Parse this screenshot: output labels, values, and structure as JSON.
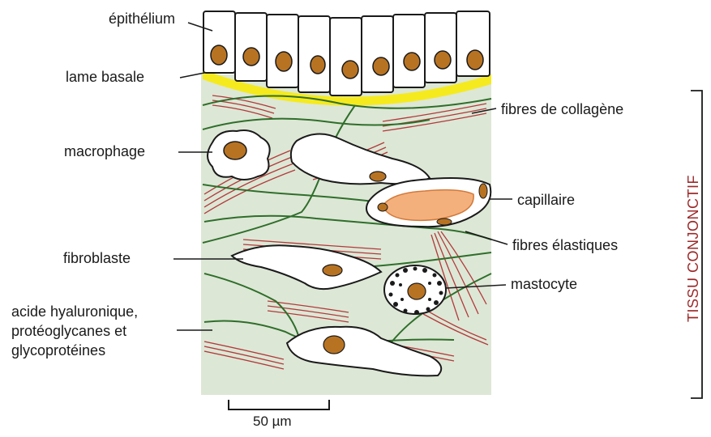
{
  "labels": {
    "epithelium": "épithélium",
    "lame_basale": "lame basale",
    "macrophage": "macrophage",
    "fibroblaste": "fibroblaste",
    "matrix": [
      "acide hyaluronique,",
      "protéoglycanes et",
      "glycoprotéines"
    ],
    "collagene": "fibres de collagène",
    "capillaire": "capillaire",
    "elastiques": "fibres élastiques",
    "mastocyte": "mastocyte"
  },
  "bracket_label": "TISSU CONJONCTIF",
  "scale_bar": "50 µm",
  "colors": {
    "matrix": "#dde7d6",
    "lamina": "#f5ea1e",
    "nucleus": "#b87322",
    "collagen": "#b23a3a",
    "elastic": "#2e6e2a",
    "capillary": "#f4b07c",
    "bracket_text": "#9b2a2a"
  }
}
